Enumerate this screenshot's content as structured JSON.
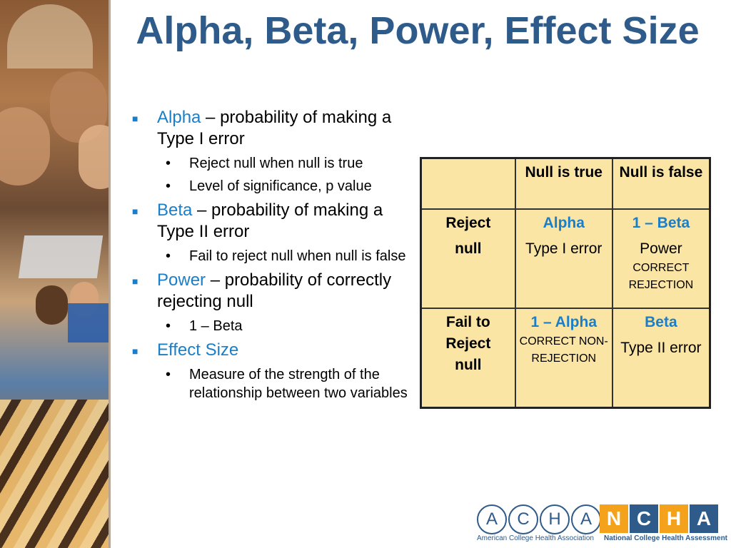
{
  "title": "Alpha, Beta, Power, Effect Size",
  "bullets": [
    {
      "keyword": "Alpha",
      "text": " – probability of making a Type I error",
      "subs": [
        "Reject null when null is true",
        "Level of significance, p value"
      ]
    },
    {
      "keyword": "Beta",
      "text": " – probability of making a Type II error",
      "subs": [
        "Fail to reject null when null is false"
      ]
    },
    {
      "keyword": "Power",
      "text": " – probability of correctly rejecting null",
      "subs": [
        "1 – Beta"
      ]
    },
    {
      "keyword": "Effect Size",
      "text": "",
      "subs": [
        "Measure of the strength of the relationship between two variables"
      ]
    }
  ],
  "table": {
    "headers": [
      "",
      "Null is true",
      "Null is false"
    ],
    "rows": [
      {
        "label_line1": "Reject",
        "label_line2": "null",
        "c1_title": "Alpha",
        "c1_main": "Type I error",
        "c1_note": "",
        "c2_title": "1 – Beta",
        "c2_main": "Power",
        "c2_note": "CORRECT REJECTION"
      },
      {
        "label_line1": "Fail to Reject",
        "label_line2": "null",
        "c1_title": "1 – Alpha",
        "c1_main": "",
        "c1_note": "CORRECT NON-REJECTION",
        "c2_title": "Beta",
        "c2_main": "Type II error",
        "c2_note": ""
      }
    ]
  },
  "logo": {
    "letters_outline": [
      "A",
      "C",
      "H",
      "A"
    ],
    "letters_boxed": [
      "N",
      "C",
      "H",
      "A"
    ],
    "org1": "American College Health Association",
    "org2": "National College Health Assessment"
  },
  "colors": {
    "title": "#2f5b8a",
    "accent": "#1a7ec8",
    "table_bg": "#fbe5a4",
    "logo_orange": "#f4a21c"
  }
}
